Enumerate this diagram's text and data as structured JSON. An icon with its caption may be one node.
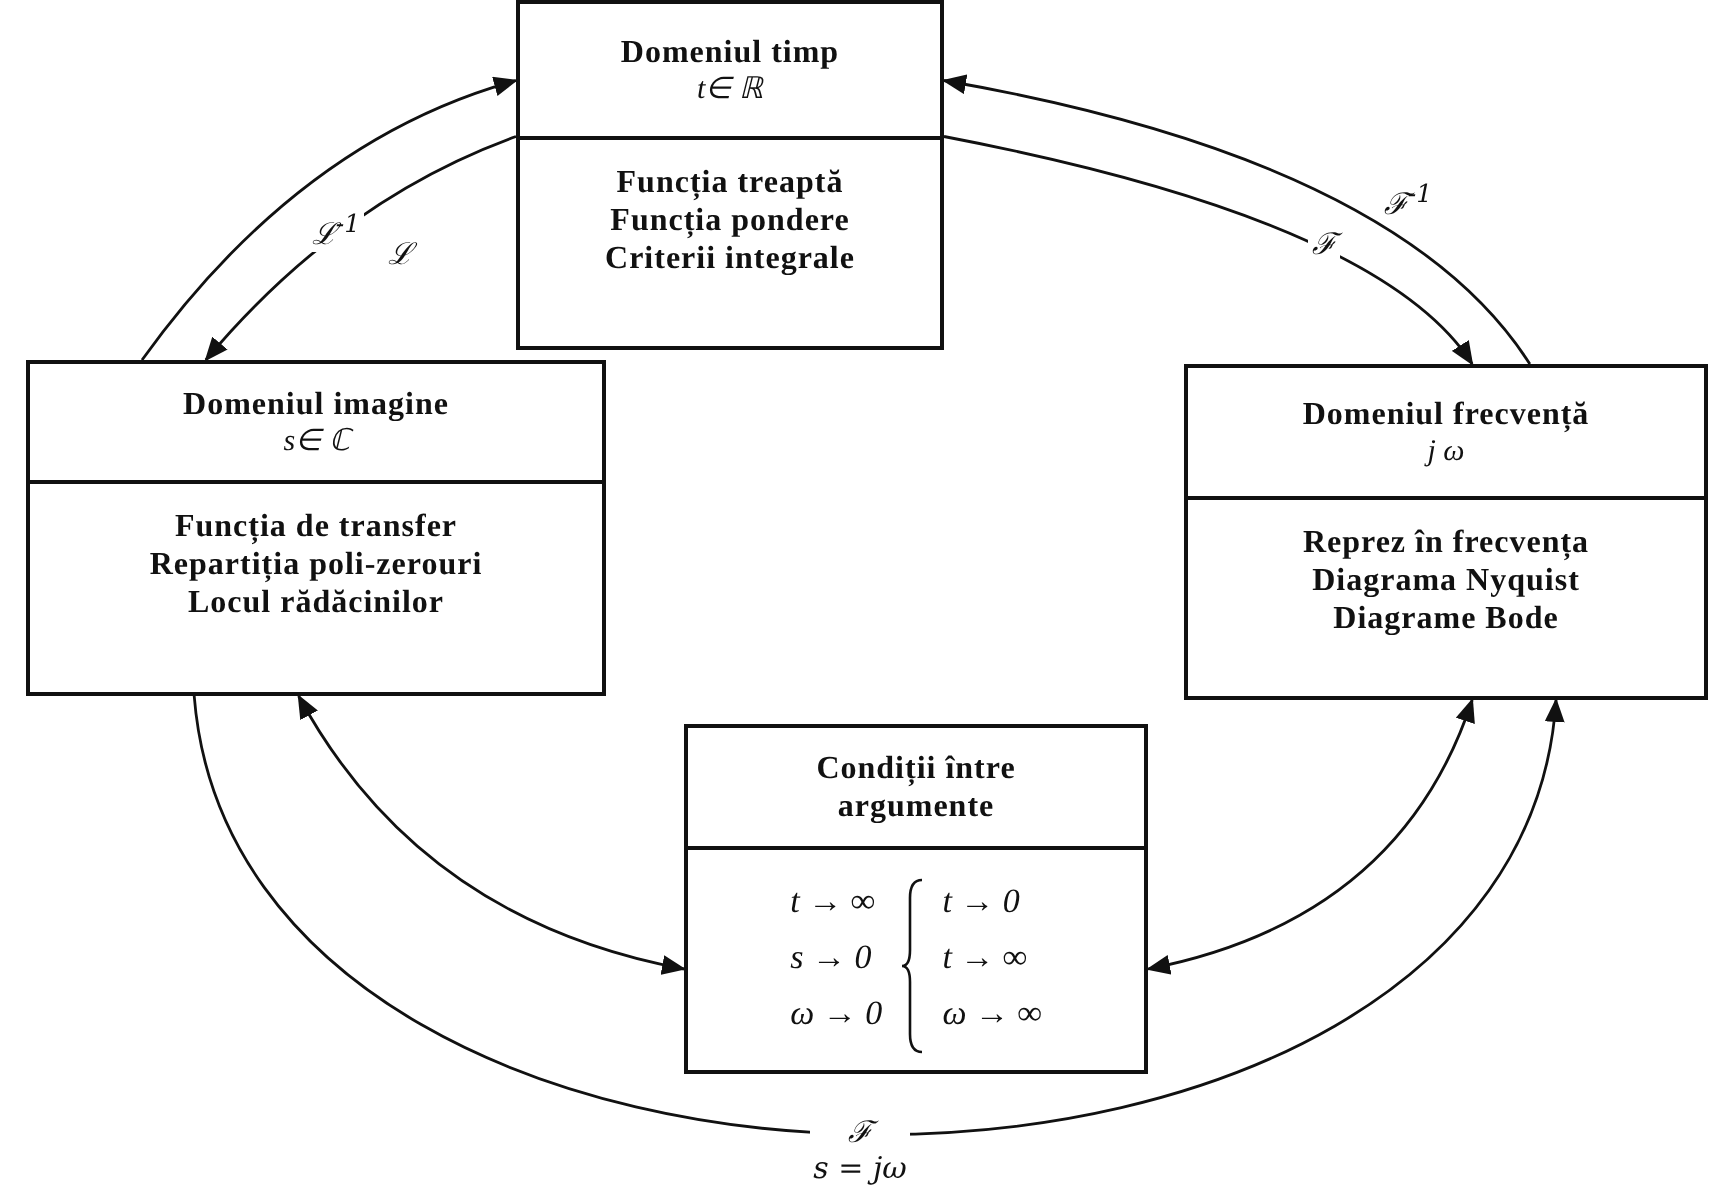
{
  "diagram": {
    "nodes": [
      {
        "text": [
          "Domeniul timp",
          "t∈ ℝ",
          "Funcția treaptă",
          "Funcția pondere",
          "Criterii integrale"
        ]
      },
      {
        "text": [
          "Domeniul imagine",
          "s∈ ℂ",
          "Funcția de transfer",
          "Repartiția poli-zerouri",
          "Locul rădăcinilor"
        ]
      },
      {
        "text": [
          "Domeniul frecvență",
          "j ω",
          "Reprez în frecvența",
          "Diagrama Nyquist",
          "Diagrame Bode"
        ]
      },
      {
        "text": [
          "Condiții între argumente",
          "t → ∞",
          "t → 0",
          "s → 0",
          "t → ∞",
          "ω → 0",
          "ω → ∞"
        ]
      }
    ],
    "edges": [
      {
        "from": 1,
        "to": 0,
        "arrow": "to",
        "label": "ℒ$^{-1}$"
      },
      {
        "from": 0,
        "to": 1,
        "arrow": "to",
        "label": "ℒ"
      },
      {
        "from": 0,
        "to": 2,
        "arrow": "to",
        "label": "ℱ"
      },
      {
        "from": 2,
        "to": 0,
        "arrow": "to",
        "label": "ℱ$^{-1}$"
      },
      {
        "from": 1,
        "to": 3,
        "arrow": "both"
      },
      {
        "from": 3,
        "to": 2,
        "arrow": "both"
      },
      {
        "from": 1,
        "to": 2,
        "arrow": "to",
        "label": "ℱ s = jω"
      }
    ]
  }
}
